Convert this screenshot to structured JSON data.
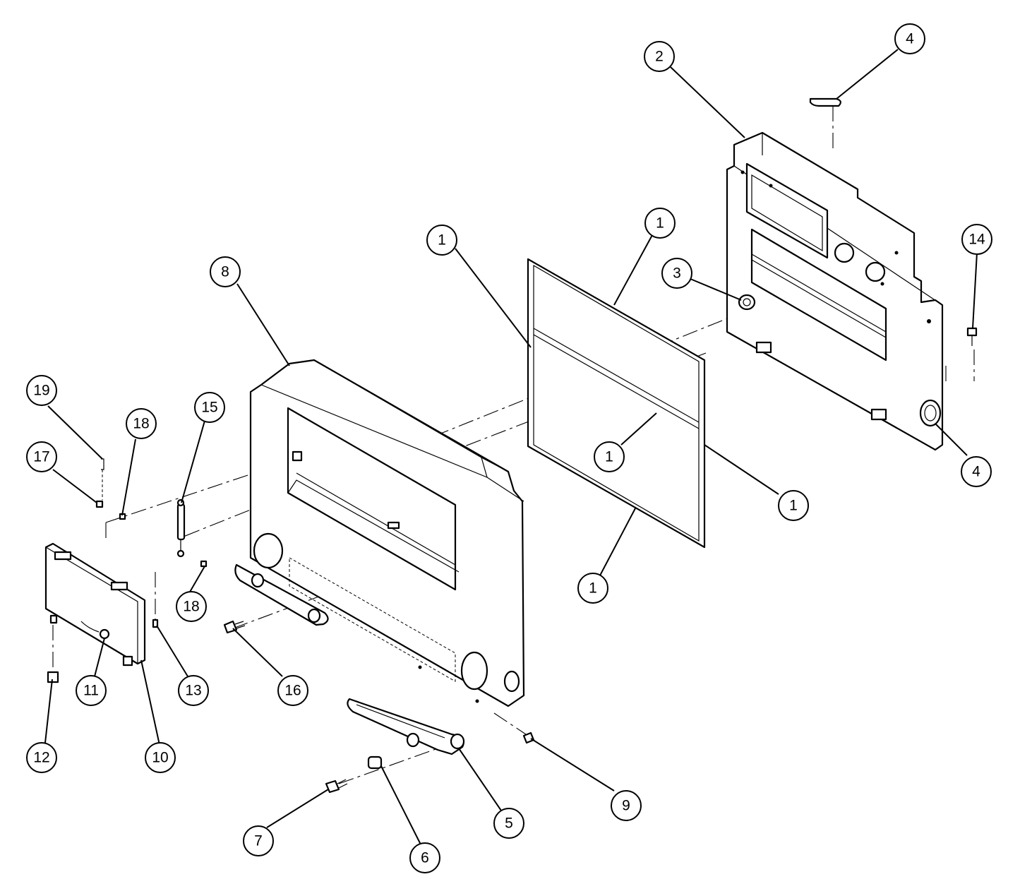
{
  "diagram": {
    "callouts": [
      {
        "id": "c1a",
        "label": "1"
      },
      {
        "id": "c1b",
        "label": "1"
      },
      {
        "id": "c1c",
        "label": "1"
      },
      {
        "id": "c1d",
        "label": "1"
      },
      {
        "id": "c1e",
        "label": "1"
      },
      {
        "id": "c2",
        "label": "2"
      },
      {
        "id": "c3",
        "label": "3"
      },
      {
        "id": "c4a",
        "label": "4"
      },
      {
        "id": "c4b",
        "label": "4"
      },
      {
        "id": "c5",
        "label": "5"
      },
      {
        "id": "c6",
        "label": "6"
      },
      {
        "id": "c7",
        "label": "7"
      },
      {
        "id": "c8",
        "label": "8"
      },
      {
        "id": "c9",
        "label": "9"
      },
      {
        "id": "c10",
        "label": "10"
      },
      {
        "id": "c11",
        "label": "11"
      },
      {
        "id": "c12",
        "label": "12"
      },
      {
        "id": "c13",
        "label": "13"
      },
      {
        "id": "c14",
        "label": "14"
      },
      {
        "id": "c15",
        "label": "15"
      },
      {
        "id": "c16",
        "label": "16"
      },
      {
        "id": "c17",
        "label": "17"
      },
      {
        "id": "c18a",
        "label": "18"
      },
      {
        "id": "c18b",
        "label": "18"
      },
      {
        "id": "c19",
        "label": "19"
      }
    ]
  }
}
